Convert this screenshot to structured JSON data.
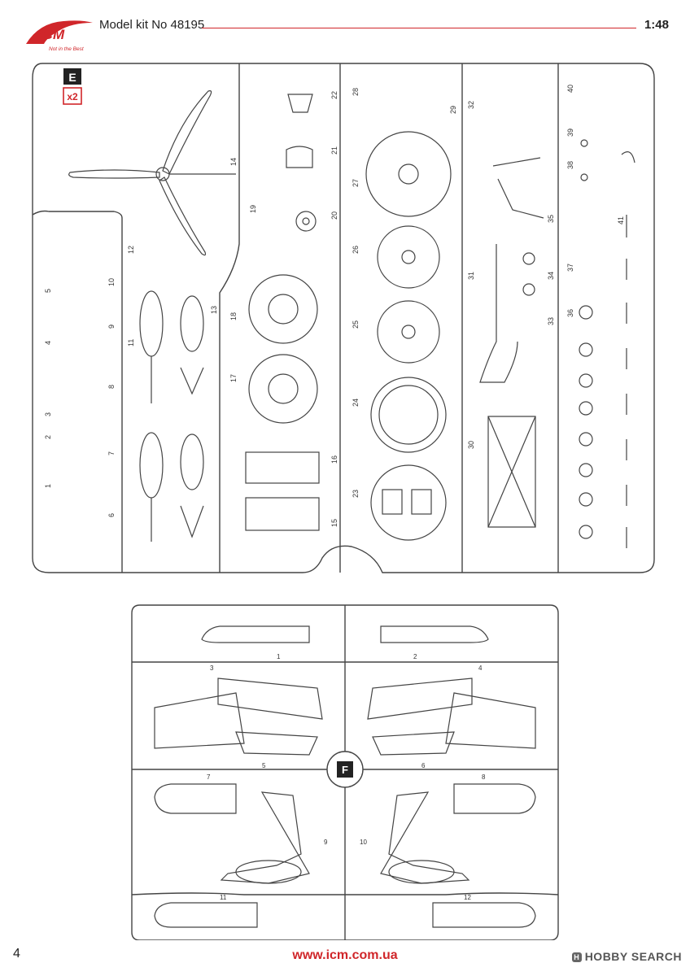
{
  "header": {
    "logo_text": "ICM",
    "logo_slogan": "Not in the Best",
    "kit_title": "Model kit No 48195",
    "scale": "1:48"
  },
  "sprue_e": {
    "letter": "E",
    "multiplier": "x2",
    "part_numbers": [
      "1",
      "2",
      "3",
      "4",
      "5",
      "6",
      "7",
      "8",
      "9",
      "10",
      "11",
      "12",
      "13",
      "14",
      "15",
      "16",
      "17",
      "18",
      "19",
      "20",
      "21",
      "22",
      "23",
      "24",
      "25",
      "26",
      "27",
      "28",
      "29",
      "30",
      "31",
      "32",
      "33",
      "34",
      "35",
      "36",
      "37",
      "38",
      "39",
      "40",
      "41"
    ]
  },
  "sprue_f": {
    "letter": "F",
    "part_numbers": [
      "1",
      "2",
      "3",
      "4",
      "5",
      "6",
      "7",
      "8",
      "9",
      "10",
      "11",
      "12"
    ]
  },
  "footer": {
    "page_number": "4",
    "url": "www.icm.com.ua",
    "watermark": "HOBBY SEARCH"
  },
  "colors": {
    "brand_red": "#d0262a",
    "line": "#444444"
  }
}
